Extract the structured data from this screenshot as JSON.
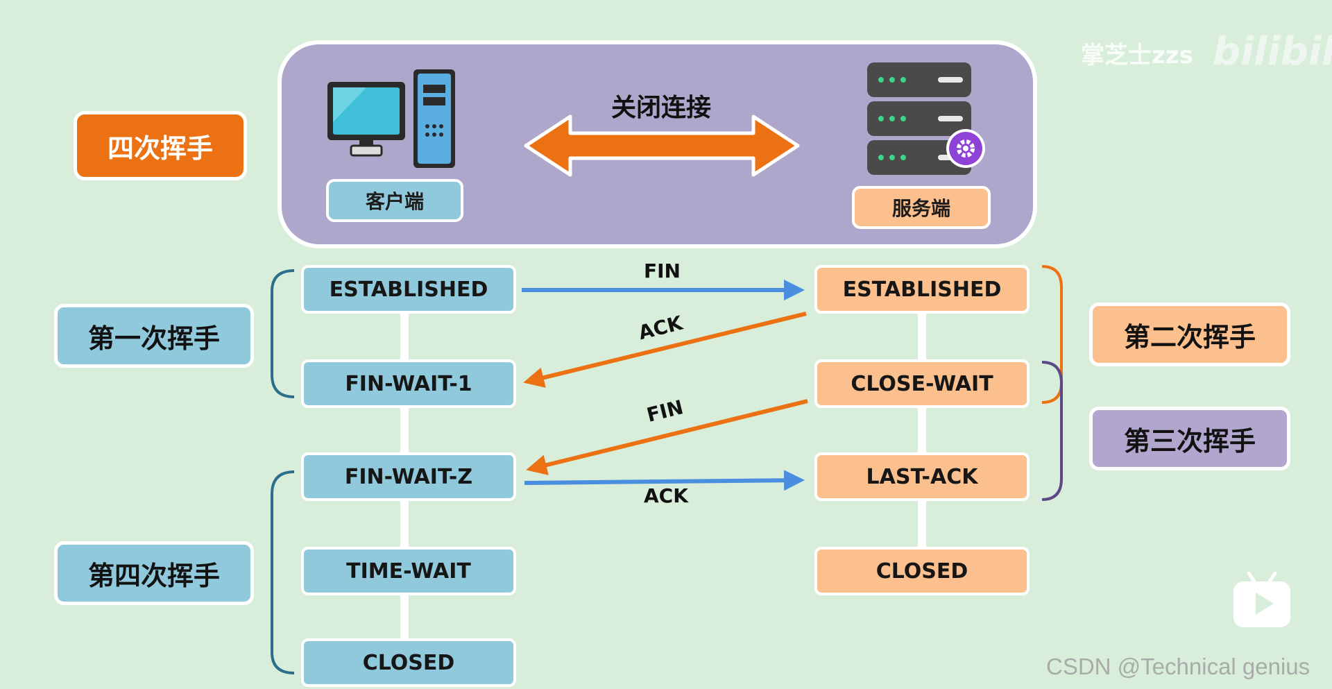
{
  "title": "四次挥手",
  "header": {
    "client_label": "客户端",
    "server_label": "服务端",
    "action": "关闭连接"
  },
  "steps": {
    "first": "第一次挥手",
    "second": "第二次挥手",
    "third": "第三次挥手",
    "fourth": "第四次挥手"
  },
  "client_states": [
    "ESTABLISHED",
    "FIN-WAIT-1",
    "FIN-WAIT-Z",
    "TIME-WAIT",
    "CLOSED"
  ],
  "server_states": [
    "ESTABLISHED",
    "CLOSE-WAIT",
    "LAST-ACK",
    "CLOSED"
  ],
  "messages": [
    "FIN",
    "ACK",
    "FIN",
    "ACK"
  ],
  "watermark": {
    "channel": "掌芝士zzs",
    "site": "bilibili",
    "credit": "CSDN @Technical genius"
  },
  "colors": {
    "client": "#91c9dc",
    "server": "#fbc08d",
    "accent": "#eb7112",
    "blue_arrow": "#4a8ee0",
    "stage": "#afa6cc",
    "third_step": "#b1a6cd"
  }
}
